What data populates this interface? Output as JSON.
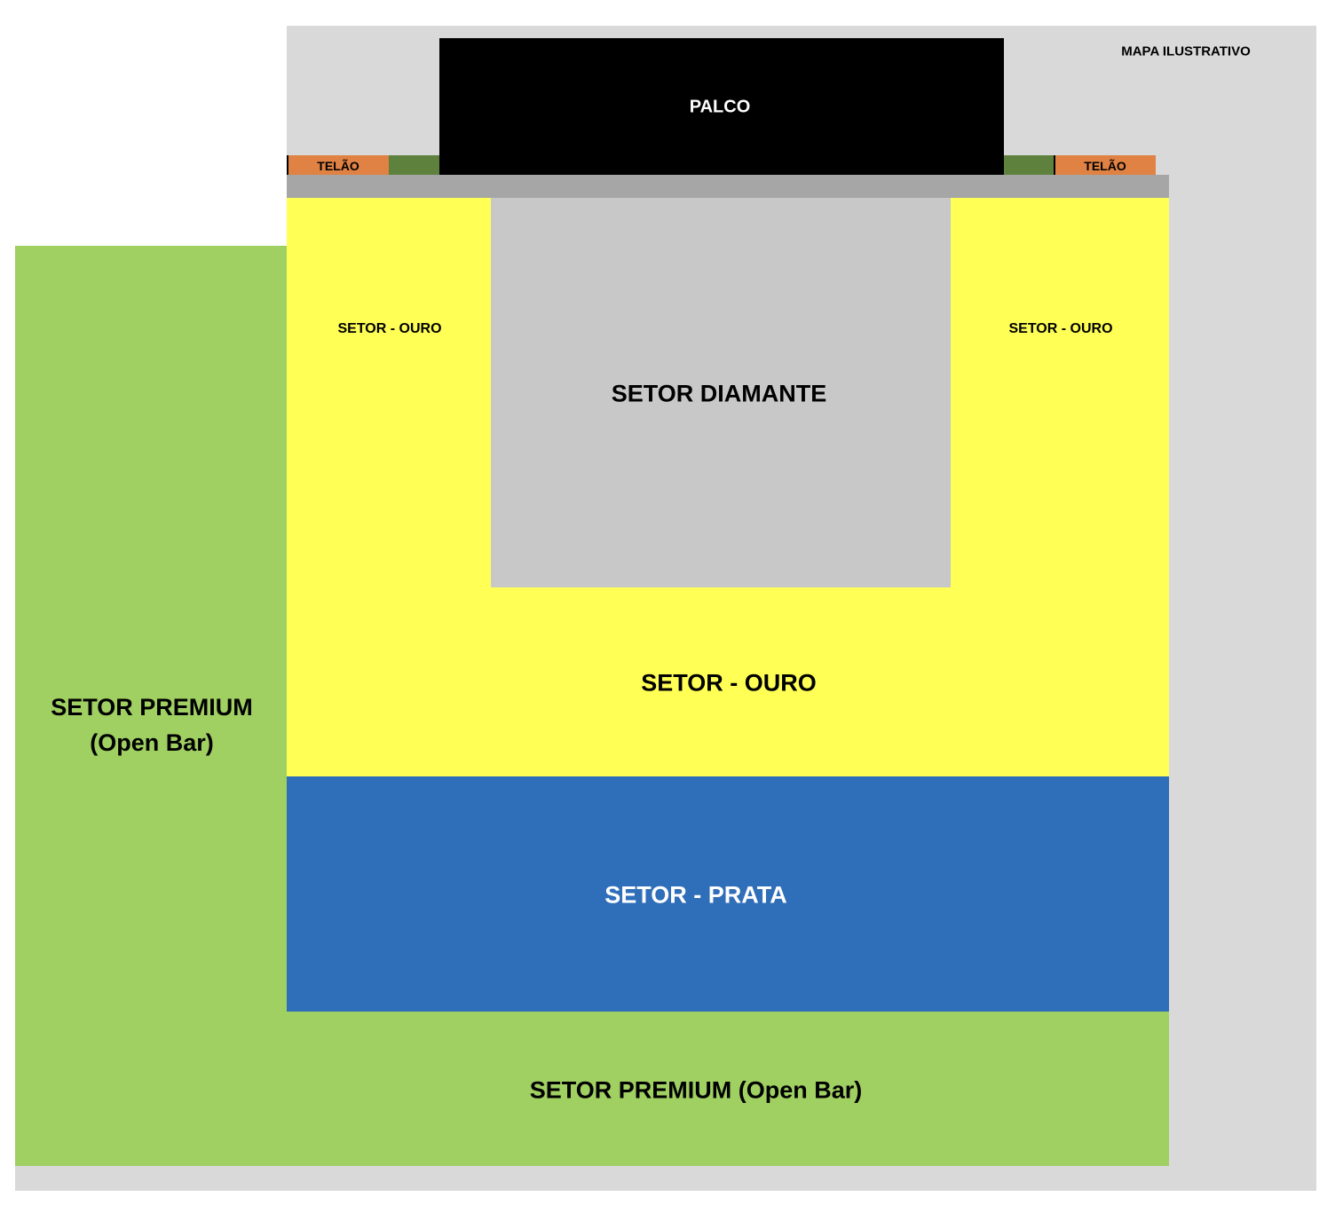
{
  "title": "MAPA ILUSTRATIVO",
  "stage": "PALCO",
  "screens": [
    "TELÃO",
    "TELÃO"
  ],
  "sectors": {
    "ouro_left": "SETOR - OURO",
    "ouro_right": "SETOR - OURO",
    "diamante": "SETOR DIAMANTE",
    "ouro_main": "SETOR - OURO",
    "prata": "SETOR - PRATA",
    "premium_left_line1": "SETOR PREMIUM",
    "premium_left_line2": "(Open Bar)",
    "premium_bottom": "SETOR PREMIUM (Open Bar)"
  },
  "colors": {
    "background": "#d9d9d9",
    "stage": "#000000",
    "screen": "#e08243",
    "screen_side": "#5e823e",
    "barrier": "#a6a6a6",
    "ouro": "#ffff55",
    "diamante": "#c8c8c8",
    "prata": "#2f6eb8",
    "premium": "#a0cf62"
  }
}
